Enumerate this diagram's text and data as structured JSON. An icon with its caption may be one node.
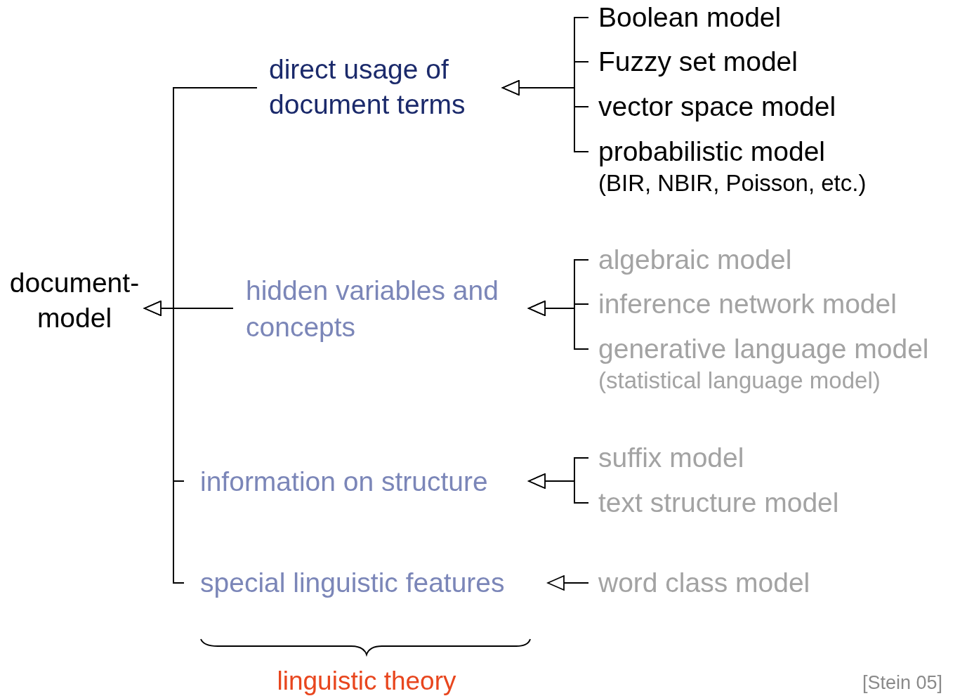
{
  "diagram": {
    "nodes": [
      {
        "text": [
          "document-model"
        ]
      },
      {
        "text": [
          "direct usage of document terms"
        ]
      },
      {
        "text": [
          "hidden variables and concepts"
        ]
      },
      {
        "text": [
          "information on structure"
        ]
      },
      {
        "text": [
          "special linguistic features"
        ]
      },
      {
        "text": [
          "Boolean model"
        ]
      },
      {
        "text": [
          "Fuzzy set model"
        ]
      },
      {
        "text": [
          "vector space model"
        ]
      },
      {
        "text": [
          "probabilistic model",
          "(BIR, NBIR, Poisson, etc.)"
        ]
      },
      {
        "text": [
          "algebraic model"
        ]
      },
      {
        "text": [
          "inference network model"
        ]
      },
      {
        "text": [
          "generative language model",
          "(statistical language model)"
        ]
      },
      {
        "text": [
          "suffix model"
        ]
      },
      {
        "text": [
          "text structure model"
        ]
      },
      {
        "text": [
          "word class model"
        ]
      }
    ],
    "edges": [
      {
        "from": 1,
        "to": 0,
        "arrow": "to"
      },
      {
        "from": 2,
        "to": 0,
        "arrow": "to"
      },
      {
        "from": 3,
        "to": 0,
        "arrow": "to"
      },
      {
        "from": 4,
        "to": 0,
        "arrow": "to"
      },
      {
        "from": 5,
        "to": 1,
        "arrow": "to"
      },
      {
        "from": 6,
        "to": 1,
        "arrow": "to"
      },
      {
        "from": 7,
        "to": 1,
        "arrow": "to"
      },
      {
        "from": 8,
        "to": 1,
        "arrow": "to"
      },
      {
        "from": 9,
        "to": 2,
        "arrow": "to"
      },
      {
        "from": 10,
        "to": 2,
        "arrow": "to"
      },
      {
        "from": 11,
        "to": 2,
        "arrow": "to"
      },
      {
        "from": 12,
        "to": 3,
        "arrow": "to"
      },
      {
        "from": 13,
        "to": 3,
        "arrow": "to"
      },
      {
        "from": 14,
        "to": 4,
        "arrow": "to"
      }
    ],
    "labels": [
      "linguistic theory",
      "[Stein 05]"
    ]
  }
}
